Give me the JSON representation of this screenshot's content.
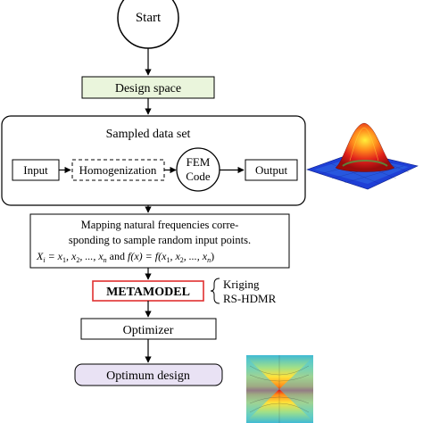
{
  "flowchart": {
    "start": "Start",
    "design_space": "Design space",
    "sampled_title": "Sampled data set",
    "input": "Input",
    "homogenization": "Homogenization",
    "fem_line1": "FEM",
    "fem_line2": "Code",
    "output": "Output",
    "mapping_line1": "Mapping natural frequencies corre-",
    "mapping_line2": "sponding to sample random input points.",
    "mapping_formula": {
      "X": "X",
      "i": "i",
      "eq_list": " = x",
      "sub1": "1",
      "comma2": ", x",
      "sub2": "2",
      "dots": ", ..., x",
      "subn": "n",
      "and": " and ",
      "fx": "f",
      "paren_x": "(x) = ",
      "f2": "f",
      "open": "(x",
      "s1": "1",
      "c2": ", x",
      "s2": "2",
      "d2": ", ..., x",
      "sn": "n",
      "close": ")"
    },
    "metamodel": "METAMODEL",
    "kriging": "Kriging",
    "rs_hdmr": "RS-HDMR",
    "optimizer": "Optimizer",
    "optimum": "Optimum design"
  },
  "colors": {
    "design_space_fill": "#eaf5dc",
    "metamodel_border": "#e03030",
    "optimum_fill": "#e9e2f4"
  }
}
